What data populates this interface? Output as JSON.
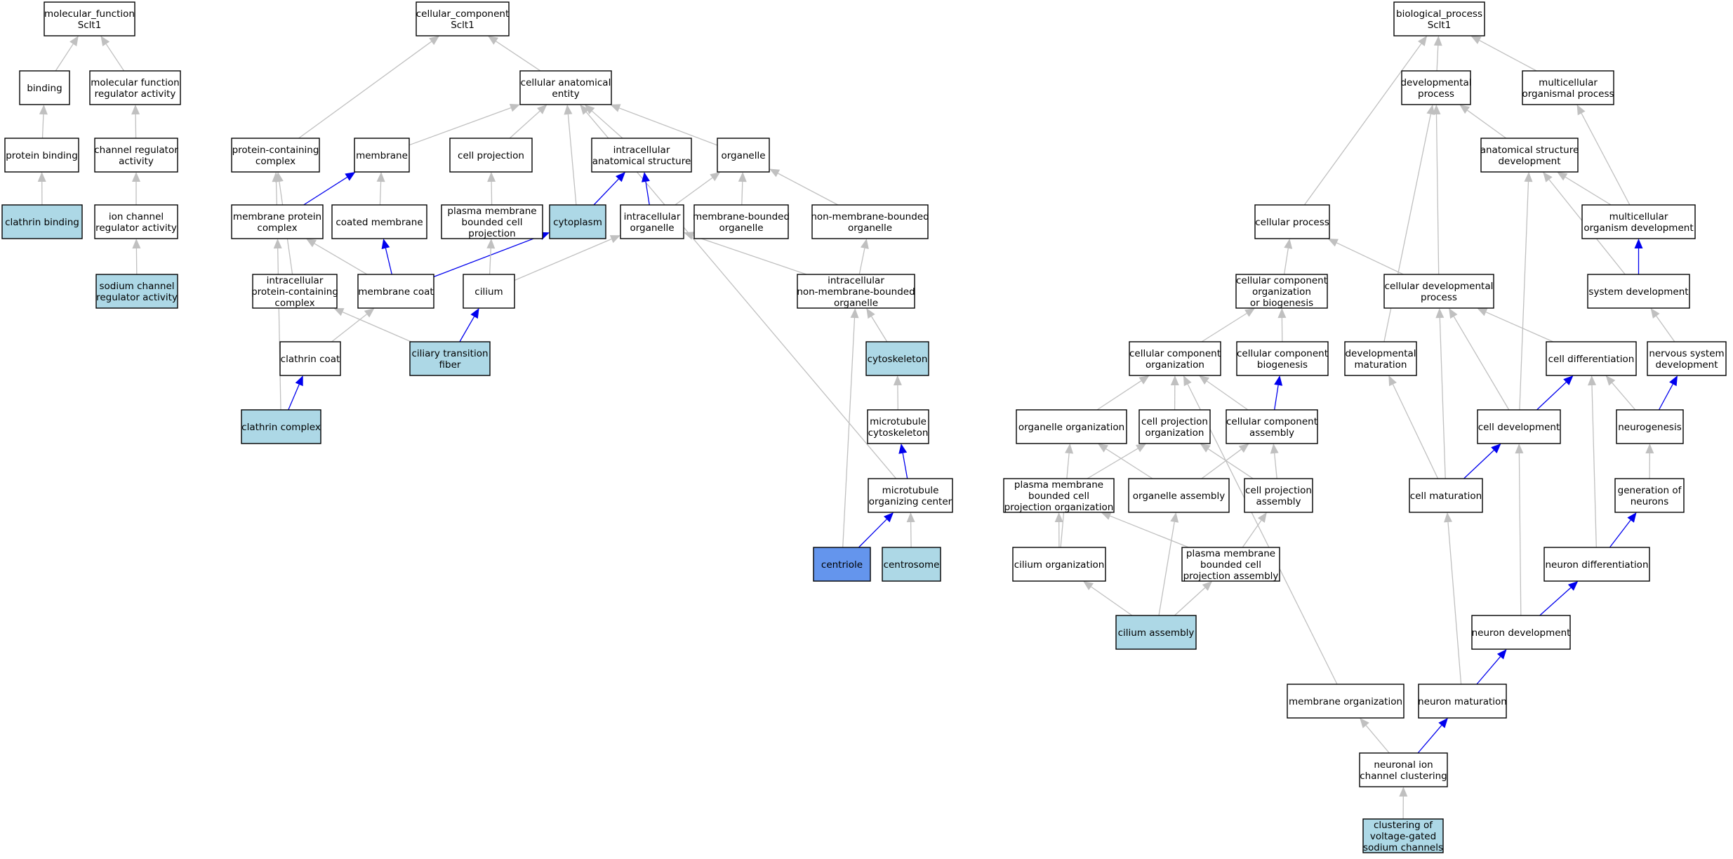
{
  "colors": {
    "node_fill": "#ffffff",
    "highlight_fill": "#add8e6",
    "focus_fill": "#6495ed",
    "edge_gray": "#c0c0c0",
    "edge_blue": "#0000ee"
  },
  "nodes": [
    {
      "id": "mf_root",
      "label": [
        "molecular_function",
        "Sclt1"
      ],
      "fill": "white"
    },
    {
      "id": "binding",
      "label": [
        "binding"
      ],
      "fill": "white"
    },
    {
      "id": "mf_reg",
      "label": [
        "molecular function",
        "regulator activity"
      ],
      "fill": "white"
    },
    {
      "id": "protein_binding",
      "label": [
        "protein binding"
      ],
      "fill": "white"
    },
    {
      "id": "channel_reg",
      "label": [
        "channel regulator",
        "activity"
      ],
      "fill": "white"
    },
    {
      "id": "clathrin_binding",
      "label": [
        "clathrin binding"
      ],
      "fill": "highlight"
    },
    {
      "id": "ion_channel_reg",
      "label": [
        "ion channel",
        "regulator activity"
      ],
      "fill": "white"
    },
    {
      "id": "sodium_channel_reg",
      "label": [
        "sodium channel",
        "regulator activity"
      ],
      "fill": "highlight"
    },
    {
      "id": "cc_root",
      "label": [
        "cellular_component",
        "Sclt1"
      ],
      "fill": "white"
    },
    {
      "id": "cae",
      "label": [
        "cellular anatomical",
        "entity"
      ],
      "fill": "white"
    },
    {
      "id": "pcc",
      "label": [
        "protein-containing",
        "complex"
      ],
      "fill": "white"
    },
    {
      "id": "membrane",
      "label": [
        "membrane"
      ],
      "fill": "white"
    },
    {
      "id": "cell_projection",
      "label": [
        "cell projection"
      ],
      "fill": "white"
    },
    {
      "id": "ias",
      "label": [
        "intracellular",
        "anatomical structure"
      ],
      "fill": "white"
    },
    {
      "id": "organelle",
      "label": [
        "organelle"
      ],
      "fill": "white"
    },
    {
      "id": "mpc",
      "label": [
        "membrane protein",
        "complex"
      ],
      "fill": "white"
    },
    {
      "id": "coated_membrane",
      "label": [
        "coated membrane"
      ],
      "fill": "white"
    },
    {
      "id": "pmbcp",
      "label": [
        "plasma membrane",
        "bounded cell",
        "projection"
      ],
      "fill": "white"
    },
    {
      "id": "cytoplasm",
      "label": [
        "cytoplasm"
      ],
      "fill": "highlight"
    },
    {
      "id": "intra_org",
      "label": [
        "intracellular",
        "organelle"
      ],
      "fill": "white"
    },
    {
      "id": "mbo",
      "label": [
        "membrane-bounded",
        "organelle"
      ],
      "fill": "white"
    },
    {
      "id": "nmbo",
      "label": [
        "non-membrane-bounded",
        "organelle"
      ],
      "fill": "white"
    },
    {
      "id": "ipcc",
      "label": [
        "intracellular",
        "protein-containing",
        "complex"
      ],
      "fill": "white"
    },
    {
      "id": "membrane_coat",
      "label": [
        "membrane coat"
      ],
      "fill": "white"
    },
    {
      "id": "cilium",
      "label": [
        "cilium"
      ],
      "fill": "white"
    },
    {
      "id": "inmbo",
      "label": [
        "intracellular",
        "non-membrane-bounded",
        "organelle"
      ],
      "fill": "white"
    },
    {
      "id": "clathrin_coat",
      "label": [
        "clathrin coat"
      ],
      "fill": "white"
    },
    {
      "id": "ctf",
      "label": [
        "ciliary transition",
        "fiber"
      ],
      "fill": "highlight"
    },
    {
      "id": "cytoskeleton",
      "label": [
        "cytoskeleton"
      ],
      "fill": "highlight"
    },
    {
      "id": "clathrin_complex",
      "label": [
        "clathrin complex"
      ],
      "fill": "highlight"
    },
    {
      "id": "mt_cytoskeleton",
      "label": [
        "microtubule",
        "cytoskeleton"
      ],
      "fill": "white"
    },
    {
      "id": "mtoc",
      "label": [
        "microtubule",
        "organizing center"
      ],
      "fill": "white"
    },
    {
      "id": "centriole",
      "label": [
        "centriole"
      ],
      "fill": "focus"
    },
    {
      "id": "centrosome",
      "label": [
        "centrosome"
      ],
      "fill": "highlight"
    },
    {
      "id": "bp_root",
      "label": [
        "biological_process",
        "Sclt1"
      ],
      "fill": "white"
    },
    {
      "id": "dev_proc",
      "label": [
        "developmental",
        "process"
      ],
      "fill": "white"
    },
    {
      "id": "multi_proc",
      "label": [
        "multicellular",
        "organismal process"
      ],
      "fill": "white"
    },
    {
      "id": "asd",
      "label": [
        "anatomical structure",
        "development"
      ],
      "fill": "white"
    },
    {
      "id": "cellular_process",
      "label": [
        "cellular process"
      ],
      "fill": "white"
    },
    {
      "id": "mod",
      "label": [
        "multicellular",
        "organism development"
      ],
      "fill": "white"
    },
    {
      "id": "ccob",
      "label": [
        "cellular component",
        "organization",
        "or biogenesis"
      ],
      "fill": "white"
    },
    {
      "id": "cdp",
      "label": [
        "cellular developmental",
        "process"
      ],
      "fill": "white"
    },
    {
      "id": "system_dev",
      "label": [
        "system development"
      ],
      "fill": "white"
    },
    {
      "id": "cco",
      "label": [
        "cellular component",
        "organization"
      ],
      "fill": "white"
    },
    {
      "id": "ccb",
      "label": [
        "cellular component",
        "biogenesis"
      ],
      "fill": "white"
    },
    {
      "id": "dev_mat",
      "label": [
        "developmental",
        "maturation"
      ],
      "fill": "white"
    },
    {
      "id": "cell_diff",
      "label": [
        "cell differentiation"
      ],
      "fill": "white"
    },
    {
      "id": "nsd",
      "label": [
        "nervous system",
        "development"
      ],
      "fill": "white"
    },
    {
      "id": "org_org",
      "label": [
        "organelle organization"
      ],
      "fill": "white"
    },
    {
      "id": "cpo",
      "label": [
        "cell projection",
        "organization"
      ],
      "fill": "white"
    },
    {
      "id": "cca",
      "label": [
        "cellular component",
        "assembly"
      ],
      "fill": "white"
    },
    {
      "id": "cell_dev",
      "label": [
        "cell development"
      ],
      "fill": "white"
    },
    {
      "id": "neurogenesis",
      "label": [
        "neurogenesis"
      ],
      "fill": "white"
    },
    {
      "id": "pmbcpo",
      "label": [
        "plasma membrane",
        "bounded cell",
        "projection organization"
      ],
      "fill": "white"
    },
    {
      "id": "org_asm",
      "label": [
        "organelle assembly"
      ],
      "fill": "white"
    },
    {
      "id": "cpa",
      "label": [
        "cell projection",
        "assembly"
      ],
      "fill": "white"
    },
    {
      "id": "cell_mat",
      "label": [
        "cell maturation"
      ],
      "fill": "white"
    },
    {
      "id": "gen_neurons",
      "label": [
        "generation of",
        "neurons"
      ],
      "fill": "white"
    },
    {
      "id": "cilium_org",
      "label": [
        "cilium organization"
      ],
      "fill": "white"
    },
    {
      "id": "pmbcpa",
      "label": [
        "plasma membrane",
        "bounded cell",
        "projection assembly"
      ],
      "fill": "white"
    },
    {
      "id": "neuron_diff",
      "label": [
        "neuron differentiation"
      ],
      "fill": "white"
    },
    {
      "id": "cilium_asm",
      "label": [
        "cilium assembly"
      ],
      "fill": "highlight"
    },
    {
      "id": "neuron_dev",
      "label": [
        "neuron development"
      ],
      "fill": "white"
    },
    {
      "id": "mem_org",
      "label": [
        "membrane organization"
      ],
      "fill": "white"
    },
    {
      "id": "neuron_mat",
      "label": [
        "neuron maturation"
      ],
      "fill": "white"
    },
    {
      "id": "nicc",
      "label": [
        "neuronal ion",
        "channel clustering"
      ],
      "fill": "white"
    },
    {
      "id": "cvgsc",
      "label": [
        "clustering of",
        "voltage-gated",
        "sodium channels"
      ],
      "fill": "highlight"
    }
  ],
  "edges": [
    {
      "from": "binding",
      "to": "mf_root",
      "color": "gray"
    },
    {
      "from": "mf_reg",
      "to": "mf_root",
      "color": "gray"
    },
    {
      "from": "protein_binding",
      "to": "binding",
      "color": "gray"
    },
    {
      "from": "clathrin_binding",
      "to": "protein_binding",
      "color": "gray"
    },
    {
      "from": "channel_reg",
      "to": "mf_reg",
      "color": "gray"
    },
    {
      "from": "ion_channel_reg",
      "to": "channel_reg",
      "color": "gray"
    },
    {
      "from": "sodium_channel_reg",
      "to": "ion_channel_reg",
      "color": "gray"
    },
    {
      "from": "cae",
      "to": "cc_root",
      "color": "gray"
    },
    {
      "from": "pcc",
      "to": "cc_root",
      "color": "gray"
    },
    {
      "from": "membrane",
      "to": "cae",
      "color": "gray"
    },
    {
      "from": "cell_projection",
      "to": "cae",
      "color": "gray"
    },
    {
      "from": "ias",
      "to": "cae",
      "color": "gray"
    },
    {
      "from": "organelle",
      "to": "cae",
      "color": "gray"
    },
    {
      "from": "cytoplasm",
      "to": "cae",
      "color": "gray"
    },
    {
      "from": "mtoc",
      "to": "cae",
      "color": "gray"
    },
    {
      "from": "mpc",
      "to": "pcc",
      "color": "gray"
    },
    {
      "from": "ipcc",
      "to": "pcc",
      "color": "gray"
    },
    {
      "from": "mpc",
      "to": "membrane",
      "color": "blue"
    },
    {
      "from": "coated_membrane",
      "to": "membrane",
      "color": "gray"
    },
    {
      "from": "pmbcp",
      "to": "cell_projection",
      "color": "gray"
    },
    {
      "from": "cytoplasm",
      "to": "ias",
      "color": "blue"
    },
    {
      "from": "intra_org",
      "to": "ias",
      "color": "blue"
    },
    {
      "from": "intra_org",
      "to": "organelle",
      "color": "gray"
    },
    {
      "from": "mbo",
      "to": "organelle",
      "color": "gray"
    },
    {
      "from": "nmbo",
      "to": "organelle",
      "color": "gray"
    },
    {
      "from": "membrane_coat",
      "to": "mpc",
      "color": "gray"
    },
    {
      "from": "clathrin_complex",
      "to": "mpc",
      "color": "gray"
    },
    {
      "from": "membrane_coat",
      "to": "coated_membrane",
      "color": "blue"
    },
    {
      "from": "membrane_coat",
      "to": "cytoplasm",
      "color": "blue"
    },
    {
      "from": "cilium",
      "to": "pmbcp",
      "color": "gray"
    },
    {
      "from": "cilium",
      "to": "intra_org",
      "color": "gray"
    },
    {
      "from": "inmbo",
      "to": "intra_org",
      "color": "gray"
    },
    {
      "from": "inmbo",
      "to": "nmbo",
      "color": "gray"
    },
    {
      "from": "clathrin_coat",
      "to": "membrane_coat",
      "color": "gray"
    },
    {
      "from": "ctf",
      "to": "ipcc",
      "color": "gray"
    },
    {
      "from": "ctf",
      "to": "cilium",
      "color": "blue"
    },
    {
      "from": "cytoskeleton",
      "to": "inmbo",
      "color": "gray"
    },
    {
      "from": "centriole",
      "to": "inmbo",
      "color": "gray"
    },
    {
      "from": "clathrin_complex",
      "to": "clathrin_coat",
      "color": "blue"
    },
    {
      "from": "mt_cytoskeleton",
      "to": "cytoskeleton",
      "color": "gray"
    },
    {
      "from": "mtoc",
      "to": "mt_cytoskeleton",
      "color": "blue"
    },
    {
      "from": "centriole",
      "to": "mtoc",
      "color": "blue"
    },
    {
      "from": "centrosome",
      "to": "mtoc",
      "color": "gray"
    },
    {
      "from": "dev_proc",
      "to": "bp_root",
      "color": "gray"
    },
    {
      "from": "multi_proc",
      "to": "bp_root",
      "color": "gray"
    },
    {
      "from": "cellular_process",
      "to": "bp_root",
      "color": "gray"
    },
    {
      "from": "asd",
      "to": "dev_proc",
      "color": "gray"
    },
    {
      "from": "cdp",
      "to": "dev_proc",
      "color": "gray"
    },
    {
      "from": "dev_mat",
      "to": "dev_proc",
      "color": "gray"
    },
    {
      "from": "mod",
      "to": "multi_proc",
      "color": "gray"
    },
    {
      "from": "mod",
      "to": "asd",
      "color": "gray"
    },
    {
      "from": "system_dev",
      "to": "asd",
      "color": "gray"
    },
    {
      "from": "cell_dev",
      "to": "asd",
      "color": "gray"
    },
    {
      "from": "ccob",
      "to": "cellular_process",
      "color": "gray"
    },
    {
      "from": "cdp",
      "to": "cellular_process",
      "color": "gray"
    },
    {
      "from": "system_dev",
      "to": "mod",
      "color": "blue"
    },
    {
      "from": "cco",
      "to": "ccob",
      "color": "gray"
    },
    {
      "from": "ccb",
      "to": "ccob",
      "color": "gray"
    },
    {
      "from": "cell_diff",
      "to": "cdp",
      "color": "gray"
    },
    {
      "from": "cell_dev",
      "to": "cdp",
      "color": "gray"
    },
    {
      "from": "cell_mat",
      "to": "cdp",
      "color": "gray"
    },
    {
      "from": "nsd",
      "to": "system_dev",
      "color": "gray"
    },
    {
      "from": "org_org",
      "to": "cco",
      "color": "gray"
    },
    {
      "from": "cpo",
      "to": "cco",
      "color": "gray"
    },
    {
      "from": "cca",
      "to": "cco",
      "color": "gray"
    },
    {
      "from": "mem_org",
      "to": "cco",
      "color": "gray"
    },
    {
      "from": "cca",
      "to": "ccb",
      "color": "blue"
    },
    {
      "from": "cell_mat",
      "to": "dev_mat",
      "color": "gray"
    },
    {
      "from": "cell_dev",
      "to": "cell_diff",
      "color": "blue"
    },
    {
      "from": "neurogenesis",
      "to": "cell_diff",
      "color": "gray"
    },
    {
      "from": "neuron_diff",
      "to": "cell_diff",
      "color": "gray"
    },
    {
      "from": "neurogenesis",
      "to": "nsd",
      "color": "blue"
    },
    {
      "from": "org_asm",
      "to": "org_org",
      "color": "gray"
    },
    {
      "from": "cilium_org",
      "to": "org_org",
      "color": "gray"
    },
    {
      "from": "pmbcpo",
      "to": "cpo",
      "color": "gray"
    },
    {
      "from": "cpa",
      "to": "cpo",
      "color": "gray"
    },
    {
      "from": "org_asm",
      "to": "cca",
      "color": "gray"
    },
    {
      "from": "cpa",
      "to": "cca",
      "color": "gray"
    },
    {
      "from": "cell_mat",
      "to": "cell_dev",
      "color": "blue"
    },
    {
      "from": "neuron_dev",
      "to": "cell_dev",
      "color": "gray"
    },
    {
      "from": "gen_neurons",
      "to": "neurogenesis",
      "color": "gray"
    },
    {
      "from": "cilium_org",
      "to": "pmbcpo",
      "color": "gray"
    },
    {
      "from": "pmbcpa",
      "to": "pmbcpo",
      "color": "gray"
    },
    {
      "from": "cilium_asm",
      "to": "org_asm",
      "color": "gray"
    },
    {
      "from": "pmbcpa",
      "to": "cpa",
      "color": "gray"
    },
    {
      "from": "neuron_mat",
      "to": "cell_mat",
      "color": "gray"
    },
    {
      "from": "neuron_diff",
      "to": "gen_neurons",
      "color": "blue"
    },
    {
      "from": "cilium_asm",
      "to": "cilium_org",
      "color": "gray"
    },
    {
      "from": "cilium_asm",
      "to": "pmbcpa",
      "color": "gray"
    },
    {
      "from": "neuron_dev",
      "to": "neuron_diff",
      "color": "blue"
    },
    {
      "from": "neuron_mat",
      "to": "neuron_dev",
      "color": "blue"
    },
    {
      "from": "nicc",
      "to": "mem_org",
      "color": "gray"
    },
    {
      "from": "nicc",
      "to": "neuron_mat",
      "color": "blue"
    },
    {
      "from": "cvgsc",
      "to": "nicc",
      "color": "gray"
    }
  ]
}
